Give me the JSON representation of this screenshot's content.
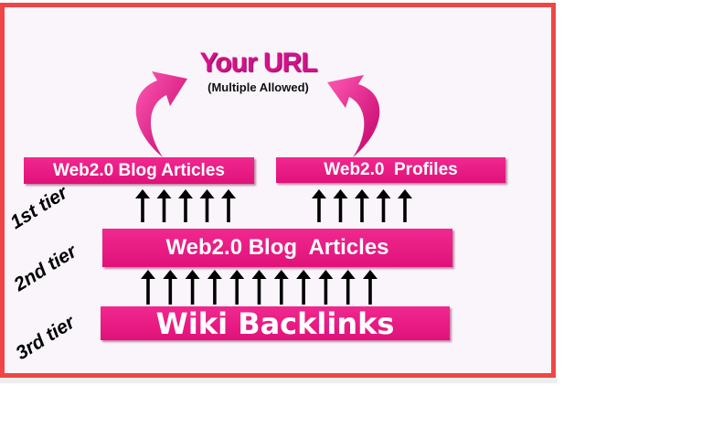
{
  "target": {
    "title": "Your URL",
    "subtitle": "(Multiple Allowed)"
  },
  "tier1": {
    "label": "1st tier",
    "boxes": [
      "Web2.0 Blog Articles",
      "Web2.0  Profiles"
    ],
    "arrows_per_box": 5
  },
  "tier2": {
    "label": "2nd tier",
    "box": "Web2.0 Blog  Articles",
    "arrows": 11
  },
  "tier3": {
    "label": "3rd tier",
    "box": "Wiki Backlinks"
  },
  "colors": {
    "accent": "#e8187f",
    "border": "#f04545",
    "arrow": "#000000"
  }
}
